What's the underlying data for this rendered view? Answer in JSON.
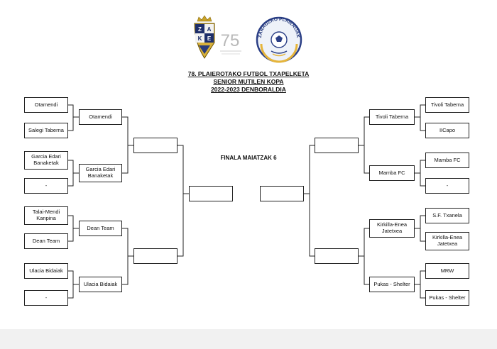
{
  "header": {
    "line1": "78. PLAIEROTAKO FUTBOL TXAPELKETA",
    "line2": "SENIOR MUTILEN KOPA",
    "line3": "2022-2023 DENBORALDIA"
  },
  "logos": {
    "left_icon": "club-crest-icon",
    "left_number": "75",
    "left_letters": [
      "Z",
      "A",
      "K",
      "E"
    ],
    "right_icon": "football-badge-icon",
    "right_text": "ZARAUZKO PLAIEROAK"
  },
  "final_label": "FINALA MAIATZAK 6",
  "left": {
    "r1": [
      "Otamendi",
      "Salegi Taberna",
      "Garcia Edari Banaketak",
      "-",
      "Talai-Mendi Kanpina",
      "Dean Team",
      "Ulacia Bidaiak",
      "-"
    ],
    "r2": [
      "Otamendi",
      "Garcia Edari Banaketak",
      "Dean Team",
      "Ulacia Bidaiak"
    ],
    "r3": [
      "",
      ""
    ],
    "r4": [
      ""
    ]
  },
  "right": {
    "r1": [
      "Tivoli Taberna",
      "IICapo",
      "Mamba FC",
      "-",
      "S.F. Txanela",
      "Kirkilla-Enea Jatetxea",
      "MRW",
      "Pukas - Shelter"
    ],
    "r2": [
      "Tivoli Taberna",
      "Mamba FC",
      "Kirkilla-Enea Jatetxea",
      "Pukas - Shelter"
    ],
    "r3": [
      "",
      ""
    ],
    "r4": [
      ""
    ]
  }
}
